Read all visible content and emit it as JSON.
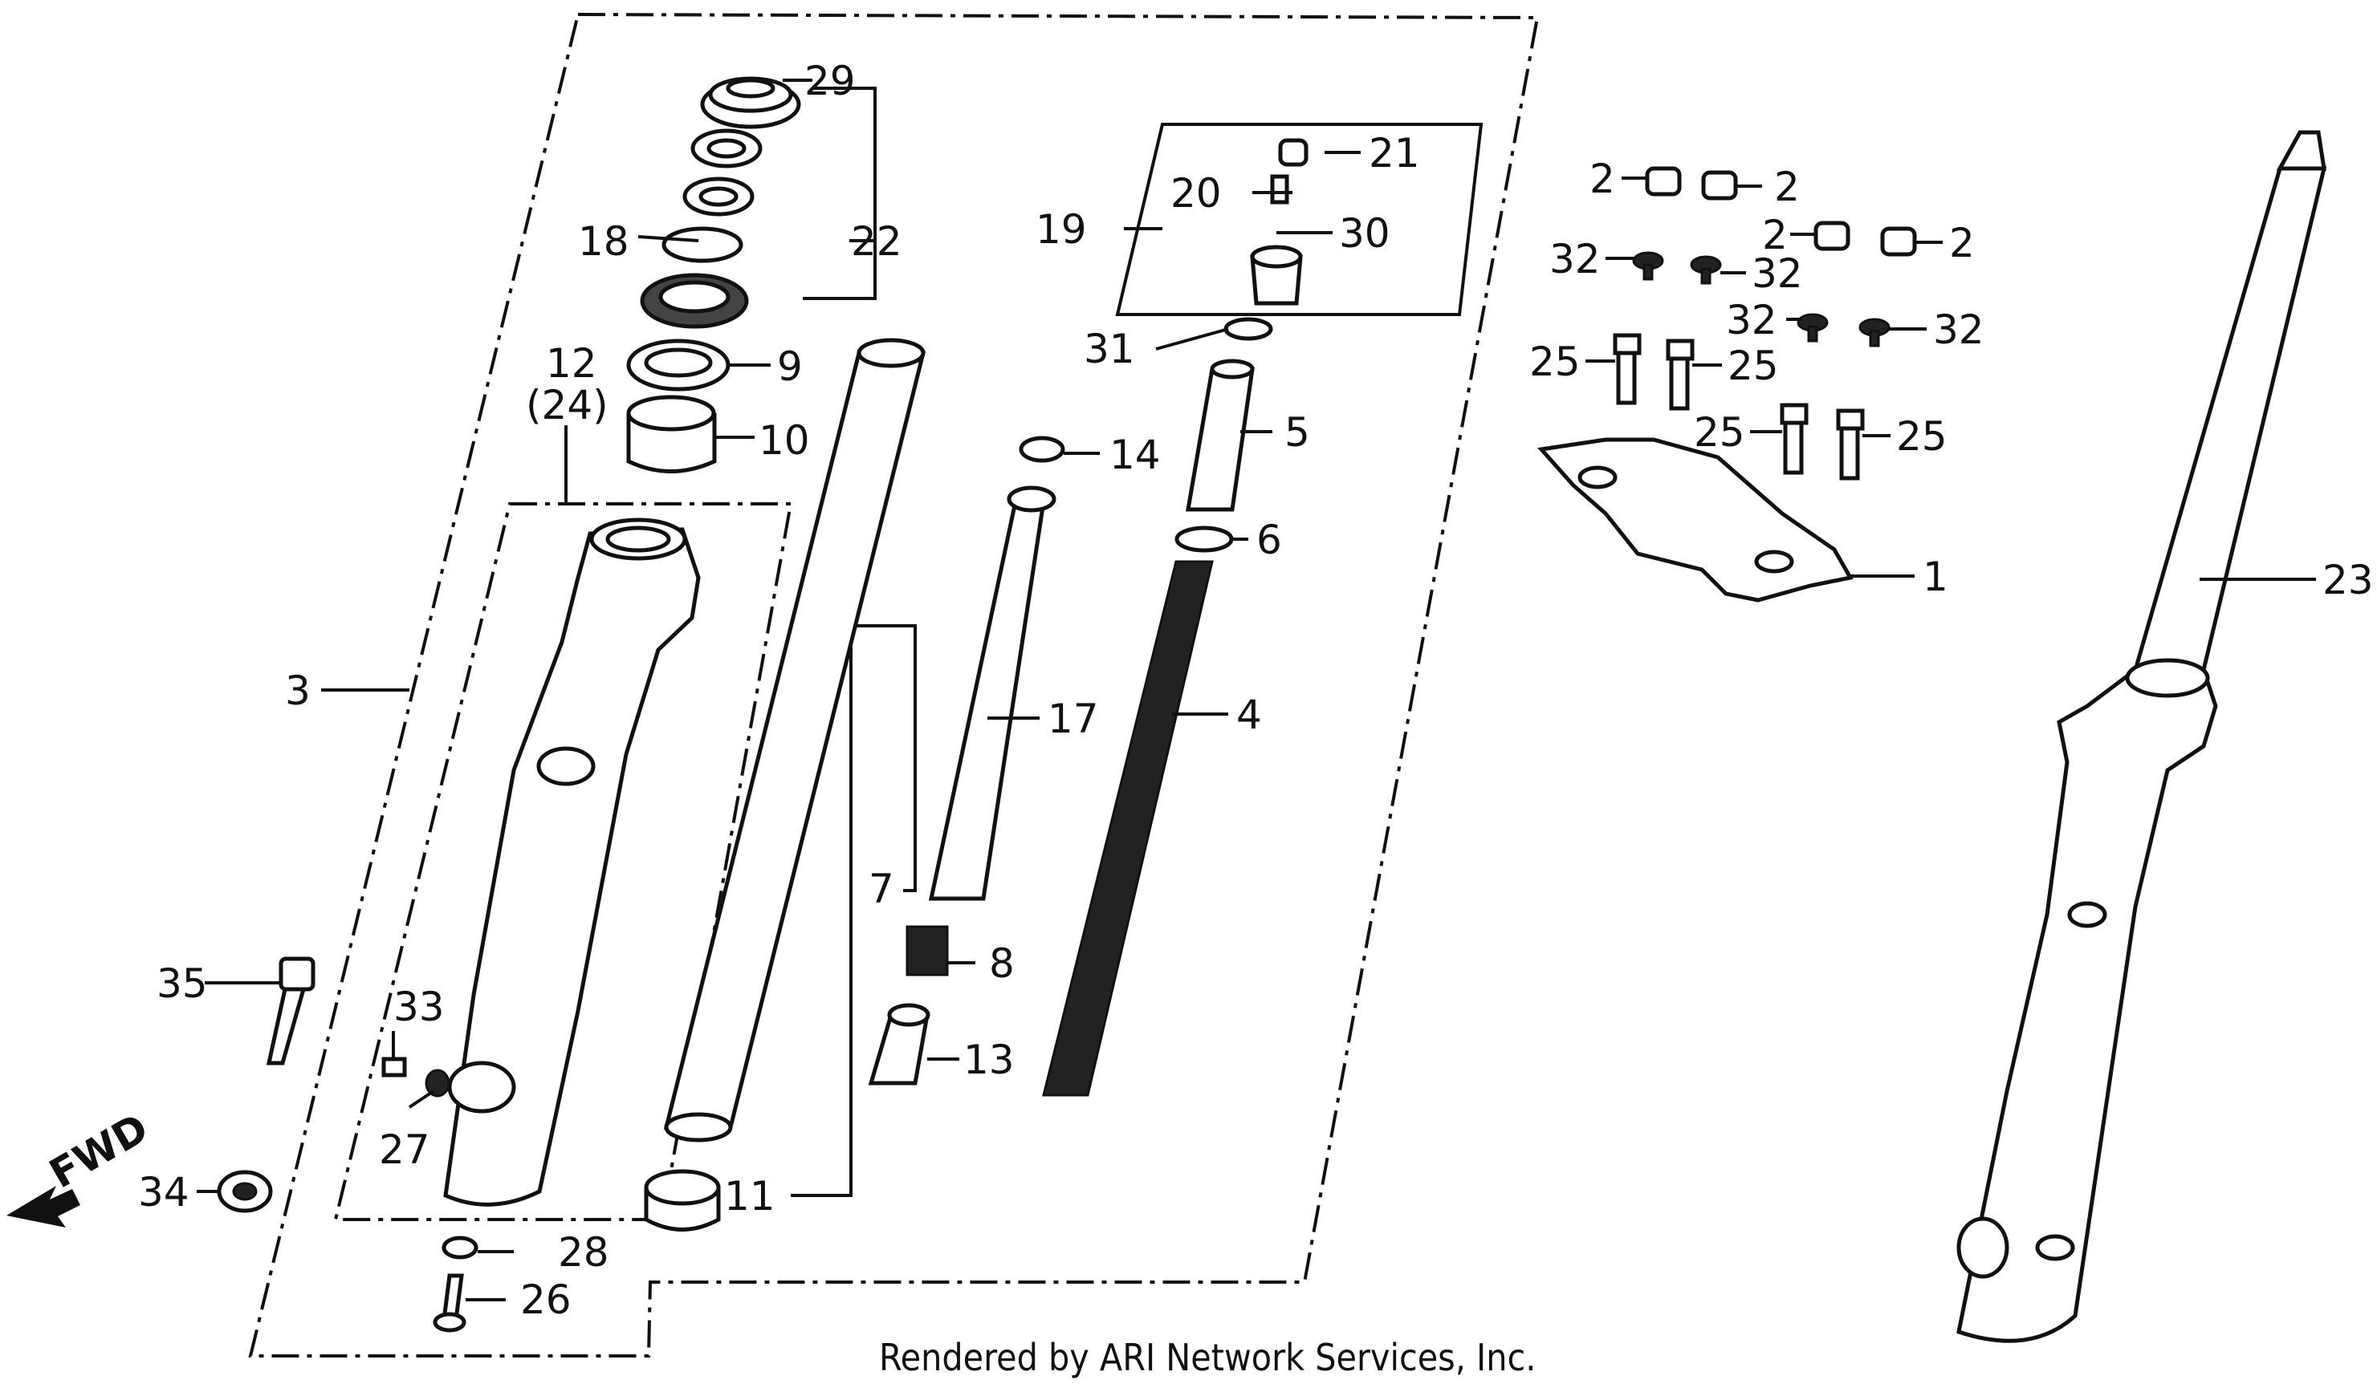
{
  "callouts": {
    "c1": "1",
    "c2a": "2",
    "c2b": "2",
    "c2c": "2",
    "c2d": "2",
    "c3": "3",
    "c4": "4",
    "c5": "5",
    "c6": "6",
    "c7": "7",
    "c8": "8",
    "c9": "9",
    "c10": "10",
    "c11": "11",
    "c12": "12",
    "c12sub": "(24)",
    "c13": "13",
    "c14": "14",
    "c17": "17",
    "c18": "18",
    "c19": "19",
    "c20": "20",
    "c21": "21",
    "c22": "22",
    "c23": "23",
    "c25a": "25",
    "c25b": "25",
    "c25c": "25",
    "c25d": "25",
    "c26": "26",
    "c27": "27",
    "c28": "28",
    "c29": "29",
    "c30": "30",
    "c31": "31",
    "c32a": "32",
    "c32b": "32",
    "c32c": "32",
    "c32d": "32",
    "c33": "33",
    "c34": "34",
    "c35": "35"
  },
  "fwd_label": "FWD",
  "footer": "Rendered by ARI Network Services, Inc."
}
